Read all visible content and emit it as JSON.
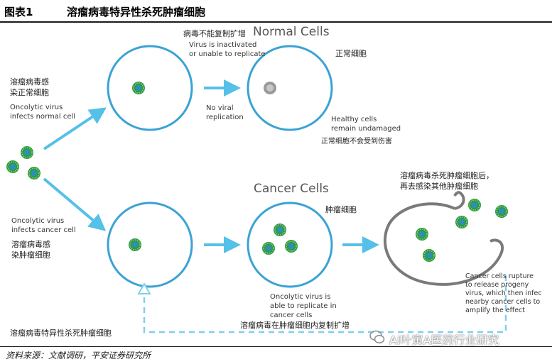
{
  "header": {
    "figure_number": "图表1",
    "title": "溶瘤病毒特异性杀死肿瘤细胞"
  },
  "top_row": {
    "heading_zh": "病毒不能复制扩增",
    "heading_en": "Normal Cells",
    "virus_inactivated": "Virus is inactivated\nor unable to replicate",
    "normal_cell_zh": "正常细胞",
    "no_viral_replication": "No viral\nreplication",
    "healthy_cells": "Healthy cells\nremain undamaged",
    "healthy_cells_zh": "正常细胞不会受到伤害",
    "infects_normal_zh": "溶瘤病毒感\n染正常细胞",
    "infects_normal_en": "Oncolytic virus\ninfects normal cell"
  },
  "bottom_row": {
    "heading_en": "Cancer Cells",
    "tumor_cell_zh": "肿瘤细胞",
    "infects_cancer_en": "Oncolytic virus\ninfects cancer cell",
    "infects_cancer_zh": "溶瘤病毒感\n染肿瘤细胞",
    "able_to_replicate": "Oncolytic virus is\nable to replicate in\ncancer cells",
    "replicate_zh": "溶瘤病毒在肿瘤细胞内复制扩增",
    "kills_tumor_zh": "溶瘤病毒杀死肿瘤细胞后，\n再去感染其他肿瘤细胞",
    "rupture_text": "Cancer cells rupture\nto release progeny\nvirus, which then infec\nnearby cancer cells to\namplify the effect",
    "summary_zh": "溶瘤病毒特异性杀死肿瘤细胞"
  },
  "source": "资料来源：文献调研，平安证券研究所",
  "watermark": "AI叶寅A医药行业研究",
  "colors": {
    "cell_outline": "#3aa3d4",
    "arrow": "#55c0e8",
    "virus_outer": "#2e9a45",
    "virus_inner": "#8fd36a",
    "inactive_virus": "#9a9a9a",
    "ruptured_cell": "#7a7a7a",
    "dashed_path": "#7fd0ee"
  },
  "icons": {
    "virus": "virus-icon",
    "inactive_virus": "inactive-virus-icon",
    "arrow": "arrow-right-icon",
    "watermark_logo": "wechat-logo-icon"
  }
}
